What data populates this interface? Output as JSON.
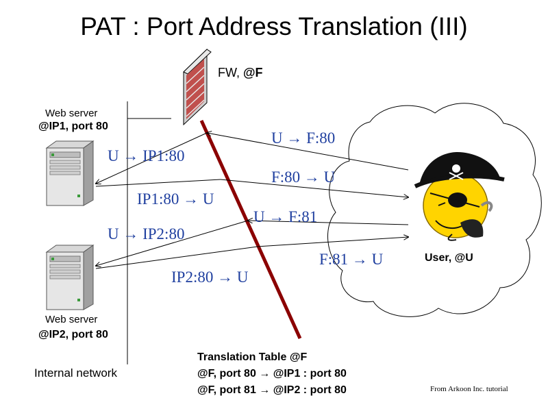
{
  "title": "PAT : Port Address Translation (III)",
  "firewall": {
    "label_prefix": "FW, ",
    "label_addr": "@F"
  },
  "server1": {
    "caption": "Web server",
    "address": "@IP1, port 80"
  },
  "server2": {
    "caption": "Web server",
    "address": "@IP2, port 80"
  },
  "network_label": "Internal network",
  "user_label": "User, @U",
  "flows": {
    "u_to_f80": "U → F:80",
    "u_to_ip1": "U → IP1:80",
    "f80_to_u": "F:80 → U",
    "ip1_to_u": "IP1:80 → U",
    "u_to_f81": "U → F:81",
    "u_to_ip2": "U → IP2:80",
    "f81_to_u": "F:81 → U",
    "ip2_to_u": "IP2:80 → U"
  },
  "translation_table": {
    "title": "Translation Table @F",
    "rows": [
      "@F, port 80 → @IP1 : port 80",
      "@F, port 81 → @IP2 : port 80"
    ]
  },
  "credit": "From Arkoon Inc. tutorial",
  "colors": {
    "firewall_line": "#8b0000",
    "flow_text": "#1f3f9f",
    "brick": "#c0504d"
  }
}
